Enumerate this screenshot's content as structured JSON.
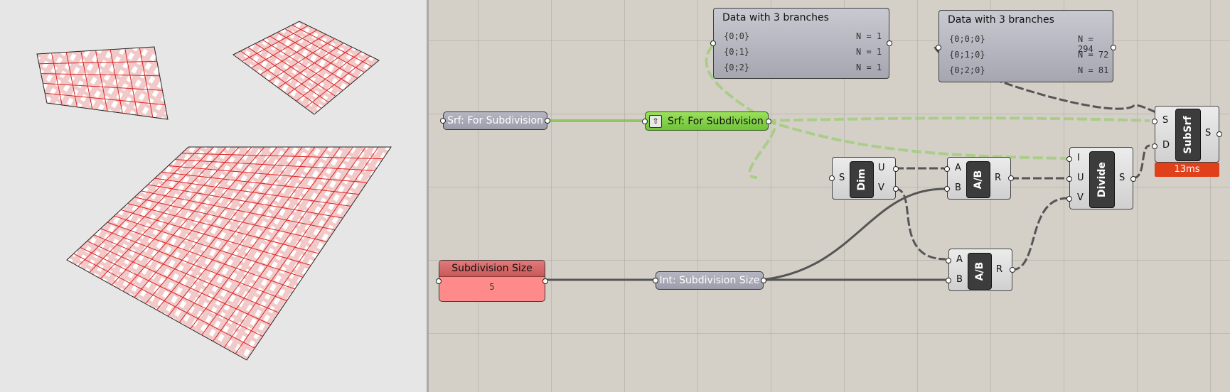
{
  "viewport": {
    "label": "rhino-3d-viewport"
  },
  "canvas": {
    "panel1": {
      "title": "Data with 3 branches",
      "rows": [
        {
          "path": "{0;0}",
          "count": "N = 1"
        },
        {
          "path": "{0;1}",
          "count": "N = 1"
        },
        {
          "path": "{0;2}",
          "count": "N = 1"
        }
      ]
    },
    "panel2": {
      "title": "Data with 3 branches",
      "rows": [
        {
          "path": "{0;0;0}",
          "count": "N = 294"
        },
        {
          "path": "{0;1;0}",
          "count": "N = 72"
        },
        {
          "path": "{0;2;0}",
          "count": "N = 81"
        }
      ]
    },
    "srf_param": "Srf: For Subdivision",
    "srf_param_green": "Srf: For Subdivision",
    "slider": {
      "label": "Subdivision Size",
      "value": "5"
    },
    "int_param": "Int: Subdivision Size",
    "dim": {
      "name": "Dim",
      "in": [
        "S"
      ],
      "out": [
        "U",
        "V"
      ]
    },
    "div1": {
      "name": "A/B",
      "in": [
        "A",
        "B"
      ],
      "out": [
        "R"
      ]
    },
    "div2": {
      "name": "A/B",
      "in": [
        "A",
        "B"
      ],
      "out": [
        "R"
      ]
    },
    "divide": {
      "name": "Divide",
      "in": [
        "I",
        "U",
        "V"
      ],
      "out": [
        "S"
      ]
    },
    "subsrf": {
      "name": "SubSrf",
      "in": [
        "S",
        "D"
      ],
      "out": [
        "S"
      ],
      "timer": "13ms"
    }
  },
  "colors": {
    "selected": "#7fd14a",
    "slider": "#ff8a8a",
    "timer": "#e0401a"
  }
}
